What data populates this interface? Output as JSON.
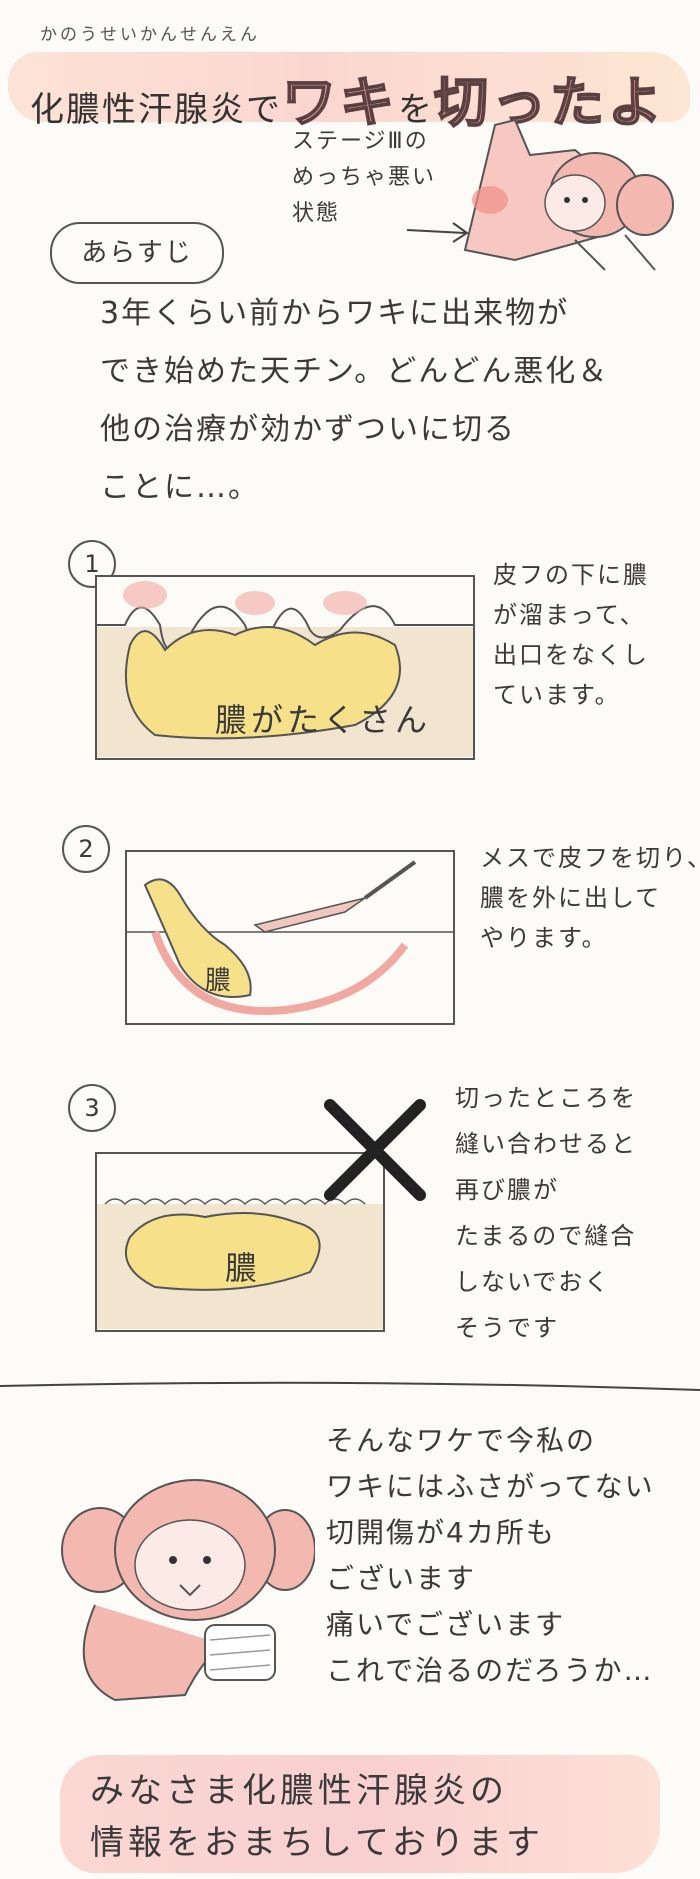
{
  "title": {
    "ruby": "かのうせいかんせんえん",
    "prefix": "化膿性汗腺炎で",
    "emph1": "ワキ",
    "particle": "を",
    "emph2": "切ったよ",
    "stage_note": "ステージⅢの\nめっちゃ悪い\n状態"
  },
  "arasuji": {
    "label": "あらすじ",
    "text": "3年くらい前からワキに出来物が\nでき始めた天チン。どんどん悪化＆\n他の治療が効かずついに切る\nことに…。"
  },
  "steps": [
    {
      "num": "1",
      "note": "皮フの下に膿\nが溜まって、\n出口をなくし\nています。",
      "label": "膿がたくさん"
    },
    {
      "num": "2",
      "note": "メスで皮フを切り、\n膿を外に出して\nやります。",
      "label": "膿"
    },
    {
      "num": "3",
      "note": "切ったところを\n縫い合わせると\n再び膿が\nたまるので縫合\nしないでおく\nそうです",
      "label": "膿"
    }
  ],
  "ending": "そんなワケで今私の\nワキにはふさがってない\n切開傷が4カ所も\nございます\n痛いでございます\nこれで治るのだろうか…",
  "footer": "みなさま化膿性汗腺炎の\n情報をおまちしております",
  "colors": {
    "pink": "#f4b7b2",
    "yellow": "#f6e08a",
    "skin": "#f1e3cc",
    "outline": "#555555"
  }
}
